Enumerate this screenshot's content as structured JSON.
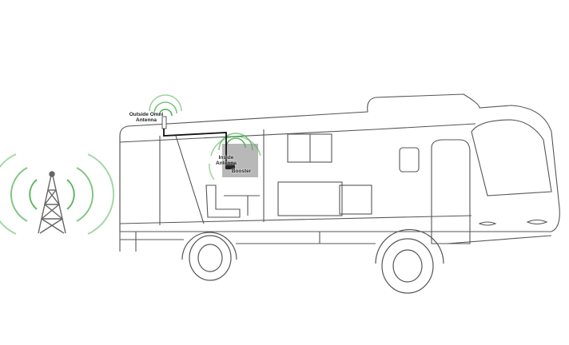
{
  "labels": {
    "outside_antenna": "Outside Omni Antenna",
    "inside_antenna": "Inside Antenna",
    "booster": "Booster"
  },
  "colors": {
    "signal": "#4caf50",
    "outline": "#555555",
    "booster_area": "#b8b8b8"
  }
}
